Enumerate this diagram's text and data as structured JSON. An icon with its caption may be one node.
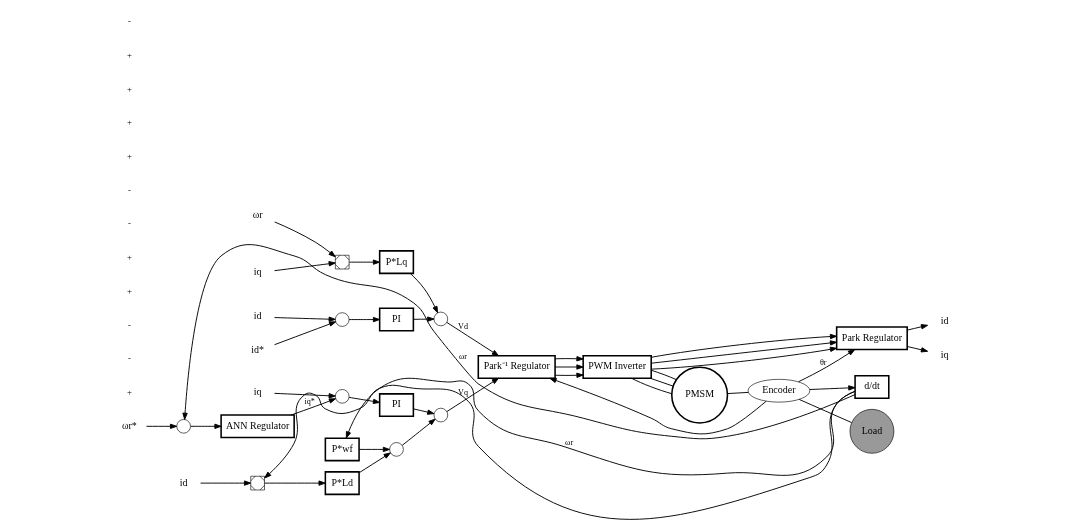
{
  "diagram": {
    "nodes": [
      {
        "text": [
          "ωr*"
        ]
      },
      {
        "text": [],
        "shape": "circle"
      },
      {
        "text": [
          "ANN Regulator"
        ]
      },
      {
        "text": [
          "id*"
        ]
      },
      {
        "text": [
          "id"
        ]
      },
      {
        "text": [],
        "shape": "circle"
      },
      {
        "text": [
          "iq"
        ]
      },
      {
        "text": [],
        "shape": "circle"
      },
      {
        "text": [
          "PI"
        ]
      },
      {
        "text": [
          "PI"
        ]
      },
      {
        "text": [
          "iq"
        ]
      },
      {
        "text": [
          "ωr"
        ]
      },
      {
        "text": [],
        "shape": "box"
      },
      {
        "text": [
          "P*Lq"
        ]
      },
      {
        "text": [],
        "shape": "circle"
      },
      {
        "text": [],
        "shape": "circle"
      },
      {
        "text": [
          "id"
        ]
      },
      {
        "text": [],
        "shape": "box"
      },
      {
        "text": [
          "P*Ld"
        ]
      },
      {
        "text": [],
        "shape": "circle"
      },
      {
        "text": [
          "P*wf"
        ]
      },
      {
        "text": [
          "PWM Inverter"
        ]
      },
      {
        "text": [
          "Park⁻¹ Regulator"
        ]
      },
      {
        "text": [
          "Park Regulator"
        ]
      },
      {
        "text": [
          "PMSM"
        ]
      },
      {
        "text": [
          "Encoder"
        ]
      },
      {
        "text": [
          "Load"
        ]
      },
      {
        "text": [
          "d/dt"
        ]
      },
      {
        "text": [
          "id"
        ]
      },
      {
        "text": [
          "iq"
        ]
      }
    ],
    "edges": [
      {
        "from": 0,
        "to": 1,
        "arrow": "to"
      },
      {
        "from": 1,
        "to": 2,
        "arrow": "to"
      },
      {
        "from": 2,
        "to": 7,
        "arrow": "to",
        "label": "iq*"
      },
      {
        "from": 3,
        "to": 5,
        "arrow": "to"
      },
      {
        "from": 4,
        "to": 5,
        "arrow": "to"
      },
      {
        "from": 6,
        "to": 7,
        "arrow": "to"
      },
      {
        "from": 5,
        "to": 8,
        "arrow": "to"
      },
      {
        "from": 7,
        "to": 9,
        "arrow": "to"
      },
      {
        "from": 8,
        "to": 14,
        "arrow": "to"
      },
      {
        "from": 9,
        "to": 15,
        "arrow": "to"
      },
      {
        "from": 10,
        "to": 12,
        "arrow": "to"
      },
      {
        "from": 11,
        "to": 12,
        "arrow": "to"
      },
      {
        "from": 12,
        "to": 13,
        "arrow": "to"
      },
      {
        "from": 13,
        "to": 14,
        "arrow": "to"
      },
      {
        "from": 14,
        "to": 22,
        "arrow": "to",
        "label": "Vd"
      },
      {
        "from": 15,
        "to": 22,
        "arrow": "to",
        "label": "Vq"
      },
      {
        "from": 16,
        "to": 17,
        "arrow": "to"
      },
      {
        "from": 17,
        "to": 18,
        "arrow": "to"
      },
      {
        "from": 18,
        "to": 19,
        "arrow": "to"
      },
      {
        "from": 20,
        "to": 19,
        "arrow": "to"
      },
      {
        "from": 19,
        "to": 15,
        "arrow": "to"
      },
      {
        "from": 27,
        "to": 17,
        "arrow": "to"
      },
      {
        "from": 27,
        "to": 20,
        "arrow": "to",
        "label": "ωr"
      },
      {
        "from": 27,
        "to": 1,
        "arrow": "to",
        "label": "ωr"
      },
      {
        "from": 22,
        "to": 21,
        "arrow": "to"
      },
      {
        "from": 22,
        "to": 21,
        "arrow": "to"
      },
      {
        "from": 22,
        "to": 21,
        "arrow": "to"
      },
      {
        "from": 21,
        "to": 24,
        "arrow": "none"
      },
      {
        "from": 21,
        "to": 24,
        "arrow": "none"
      },
      {
        "from": 21,
        "to": 24,
        "arrow": "none"
      },
      {
        "from": 21,
        "to": 23,
        "arrow": "to"
      },
      {
        "from": 21,
        "to": 23,
        "arrow": "to"
      },
      {
        "from": 21,
        "to": 23,
        "arrow": "to"
      },
      {
        "from": 24,
        "to": 25,
        "arrow": "none"
      },
      {
        "from": 25,
        "to": 26,
        "arrow": "none"
      },
      {
        "from": 25,
        "to": 23,
        "arrow": "to",
        "label": "θr"
      },
      {
        "from": 25,
        "to": 27,
        "arrow": "to"
      },
      {
        "from": 25,
        "to": 22,
        "arrow": "to"
      },
      {
        "from": 23,
        "to": 28,
        "arrow": "to"
      },
      {
        "from": 23,
        "to": 29,
        "arrow": "to"
      }
    ],
    "labels": [
      "+",
      "-",
      "-",
      "+",
      "+",
      "-",
      "-",
      "+",
      "+",
      "+",
      "+",
      "-"
    ]
  }
}
